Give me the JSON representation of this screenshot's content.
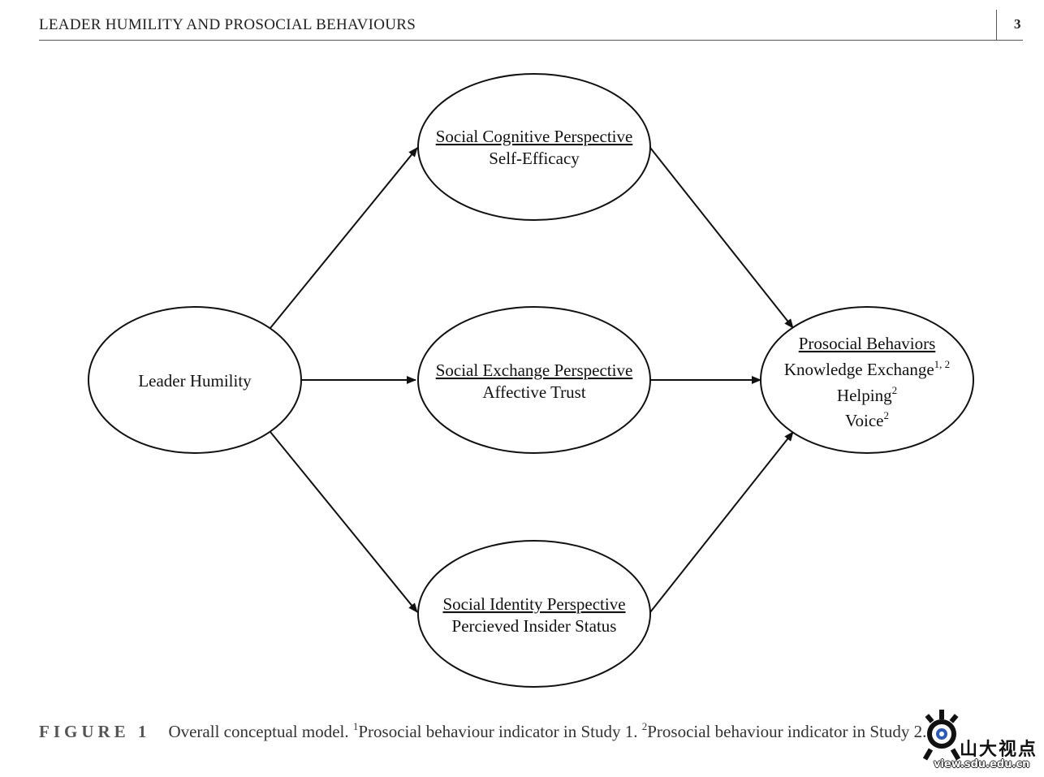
{
  "header": {
    "running_title": "LEADER HUMILITY AND PROSOCIAL BEHAVIOURS",
    "page_number": "3"
  },
  "diagram": {
    "source": {
      "label": "Leader Humility"
    },
    "mediators": [
      {
        "perspective": "Social Cognitive Perspective",
        "construct": "Self-Efficacy"
      },
      {
        "perspective": "Social Exchange Perspective",
        "construct": "Affective Trust"
      },
      {
        "perspective": "Social Identity Perspective",
        "construct": "Percieved Insider Status"
      }
    ],
    "outcome": {
      "title": "Prosocial Behaviors",
      "items": [
        {
          "label": "Knowledge Exchange",
          "sup": "1, 2"
        },
        {
          "label": "Helping",
          "sup": "2"
        },
        {
          "label": "Voice",
          "sup": "2"
        }
      ]
    }
  },
  "caption": {
    "label": "FIGURE 1",
    "text_a": "Overall conceptual model. ",
    "sup1": "1",
    "text_b": "Prosocial behaviour indicator in Study 1. ",
    "sup2": "2",
    "text_c": "Prosocial behaviour indicator in Study 2."
  },
  "watermark": {
    "text": "山大视点",
    "url": "view.sdu.edu.cn"
  }
}
